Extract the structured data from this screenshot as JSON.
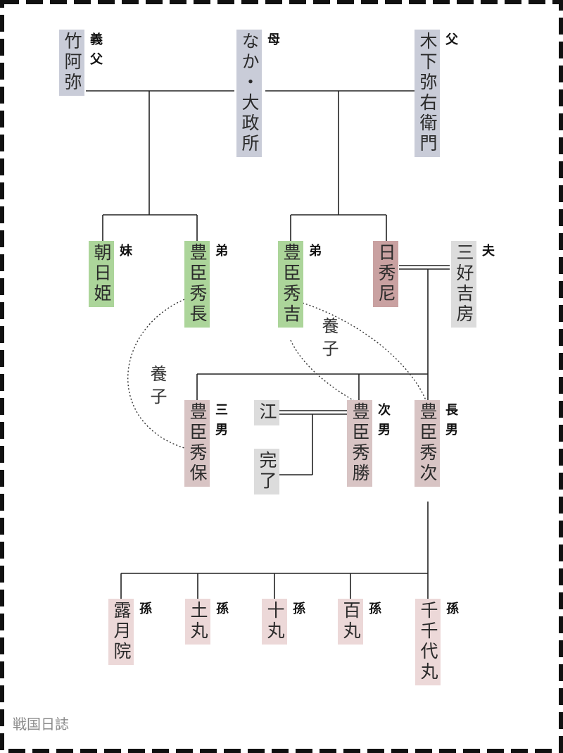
{
  "people": {
    "takeami": {
      "name": "竹阿弥",
      "role": "義父",
      "color": "#c9ccd8"
    },
    "naka": {
      "name": "なか・大政所",
      "role": "母",
      "color": "#c9ccd8"
    },
    "yaemon": {
      "name": "木下弥右衛門",
      "role": "父",
      "color": "#c9ccd8"
    },
    "asahi": {
      "name": "朝日姫",
      "role": "妹",
      "color": "#acd59a"
    },
    "hidenaga": {
      "name": "豊臣秀長",
      "role": "弟",
      "color": "#acd59a"
    },
    "hideyoshi": {
      "name": "豊臣秀吉",
      "role": "弟",
      "color": "#acd59a"
    },
    "nisshu": {
      "name": "日秀尼",
      "role": "",
      "color": "#c9a1a1"
    },
    "yoshifusa": {
      "name": "三好吉房",
      "role": "夫",
      "color": "#dcdcdc"
    },
    "hideyasu": {
      "name": "豊臣秀保",
      "role": "三男",
      "color": "#d8c4c4"
    },
    "go": {
      "name": "江",
      "role": "",
      "color": "#dcdcdc"
    },
    "kanryo": {
      "name": "完了",
      "role": "",
      "color": "#dcdcdc"
    },
    "hidekatsu": {
      "name": "豊臣秀勝",
      "role": "次男",
      "color": "#d8c4c4"
    },
    "hidetsugu": {
      "name": "豊臣秀次",
      "role": "長男",
      "color": "#d8c4c4"
    },
    "rogetsuin": {
      "name": "露月院",
      "role": "孫",
      "color": "#ecd8d8"
    },
    "tsuchimaru": {
      "name": "土丸",
      "role": "孫",
      "color": "#ecd8d8"
    },
    "jumaru": {
      "name": "十丸",
      "role": "孫",
      "color": "#ecd8d8"
    },
    "hyakumaru": {
      "name": "百丸",
      "role": "孫",
      "color": "#ecd8d8"
    },
    "senchiyomaru": {
      "name": "千千代丸",
      "role": "孫",
      "color": "#ecd8d8"
    }
  },
  "labels": {
    "adoption_1": "養子",
    "adoption_2": "養子"
  },
  "watermark": "戦国日誌"
}
